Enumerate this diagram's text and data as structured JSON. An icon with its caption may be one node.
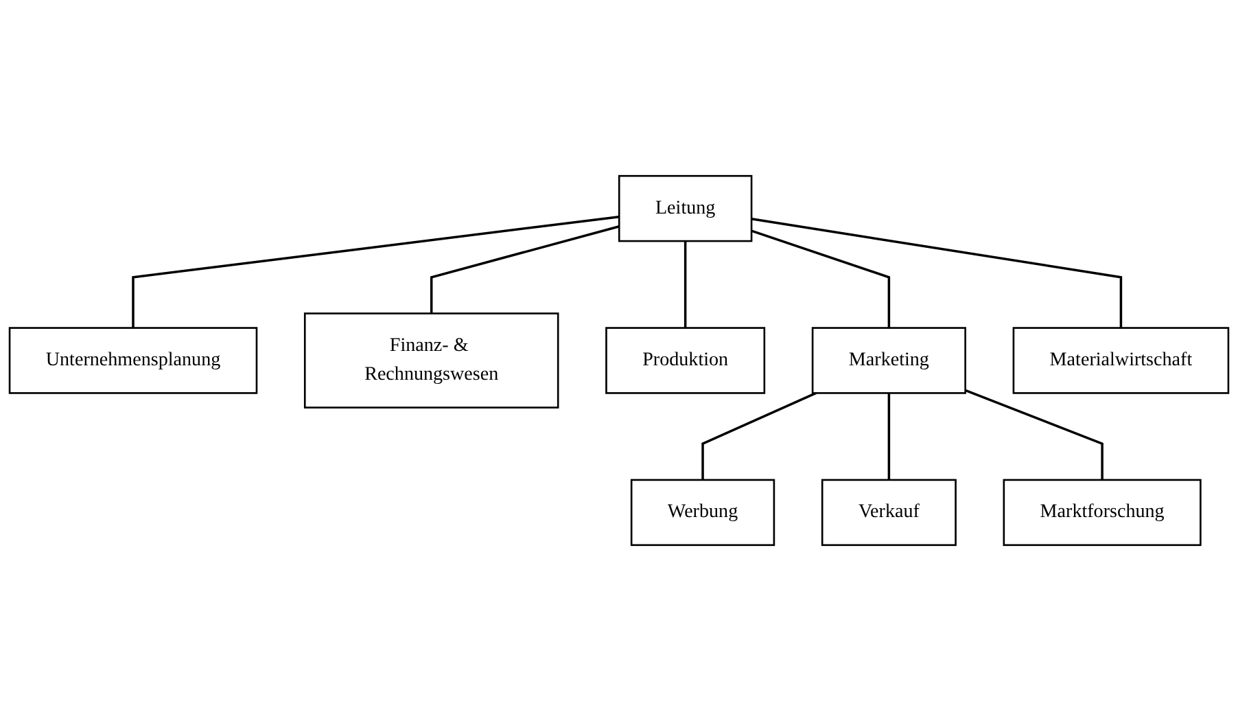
{
  "diagram": {
    "nodes": [
      {
        "text": [
          "Leitung"
        ]
      },
      {
        "text": [
          "Unternehmensplanung"
        ]
      },
      {
        "text": [
          "Finanz- & Rechnungswesen"
        ]
      },
      {
        "text": [
          "Produktion"
        ]
      },
      {
        "text": [
          "Marketing"
        ]
      },
      {
        "text": [
          "Materialwirtschaft"
        ]
      },
      {
        "text": [
          "Werbung"
        ]
      },
      {
        "text": [
          "Verkauf"
        ]
      },
      {
        "text": [
          "Marktforschung"
        ]
      }
    ],
    "edges": [
      {
        "from": 0,
        "to": 1,
        "arrow": "none"
      },
      {
        "from": 0,
        "to": 2,
        "arrow": "none"
      },
      {
        "from": 0,
        "to": 3,
        "arrow": "none"
      },
      {
        "from": 0,
        "to": 4,
        "arrow": "none"
      },
      {
        "from": 0,
        "to": 5,
        "arrow": "none"
      },
      {
        "from": 4,
        "to": 6,
        "arrow": "none"
      },
      {
        "from": 4,
        "to": 7,
        "arrow": "none"
      },
      {
        "from": 4,
        "to": 8,
        "arrow": "none"
      }
    ]
  }
}
